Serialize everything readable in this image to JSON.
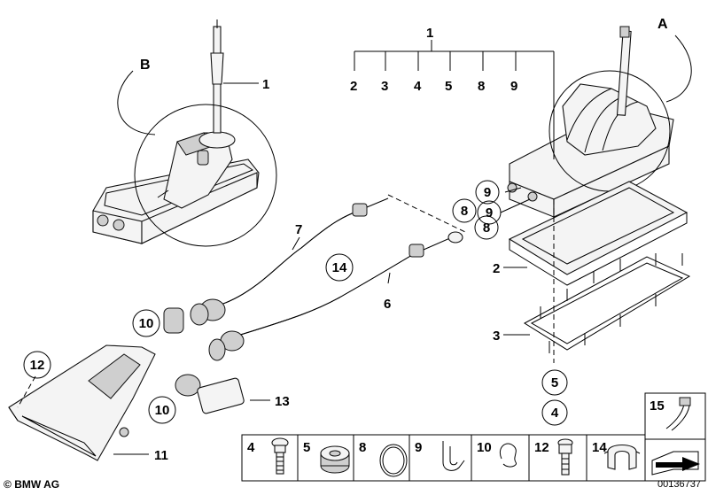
{
  "callouts": {
    "c1_left": "1",
    "c1_top": "1",
    "c2": "2",
    "c3": "3",
    "c4": "4",
    "c5": "5",
    "c8": "8",
    "c9": "9",
    "c2_side": "2",
    "c3_side": "3",
    "c4_bottom": "4",
    "c5_bottom": "5",
    "c6": "6",
    "c7": "7",
    "c8a": "8",
    "c8b": "8",
    "c9a": "9",
    "c9b": "9",
    "c10a": "10",
    "c10b": "10",
    "c11": "11",
    "c12": "12",
    "c13": "13",
    "c14": "14"
  },
  "details": {
    "a": "A",
    "b": "B"
  },
  "legend": {
    "cells": [
      {
        "num": "4"
      },
      {
        "num": "5"
      },
      {
        "num": "8"
      },
      {
        "num": "9"
      },
      {
        "num": "10"
      },
      {
        "num": "12"
      },
      {
        "num": "14"
      }
    ],
    "cell15": "15"
  },
  "footer": {
    "brand": "BMW AG",
    "docnum": "00136737"
  }
}
